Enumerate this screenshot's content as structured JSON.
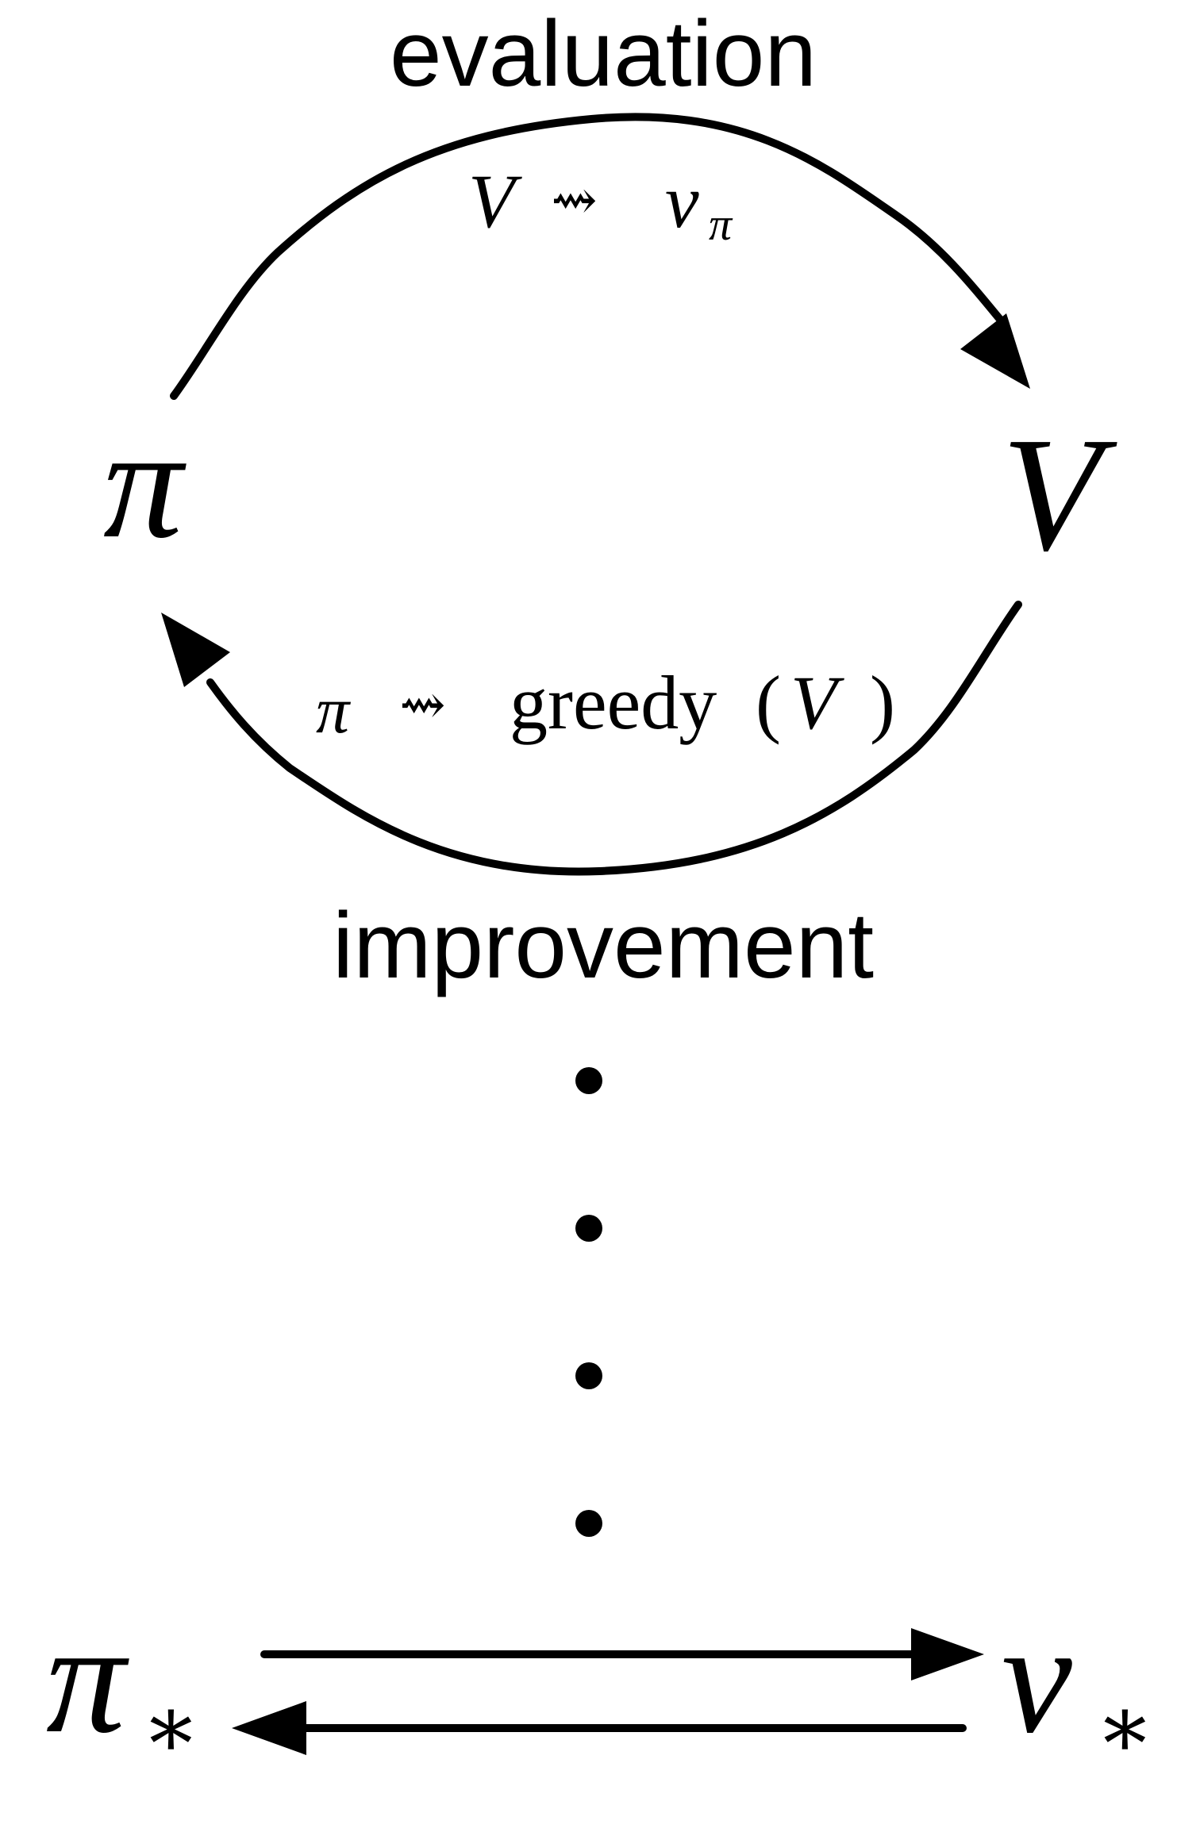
{
  "labels": {
    "evaluation": "evaluation",
    "improvement": "improvement",
    "policy": "π",
    "value": "V",
    "eval_lhs": "V",
    "eval_arrow": "⇝",
    "eval_rhs": "v",
    "eval_sub": "π",
    "impr_lhs": "π",
    "impr_arrow": "⇝",
    "impr_greedy": "greedy",
    "impr_open": "(",
    "impr_var": "V",
    "impr_close": ")",
    "opt_policy": "π",
    "opt_policy_sub": "∗",
    "opt_value": "v",
    "opt_value_sub": "∗"
  },
  "colors": {
    "ink": "#000000",
    "background": "#ffffff"
  },
  "ellipsis_dot_count": 4
}
